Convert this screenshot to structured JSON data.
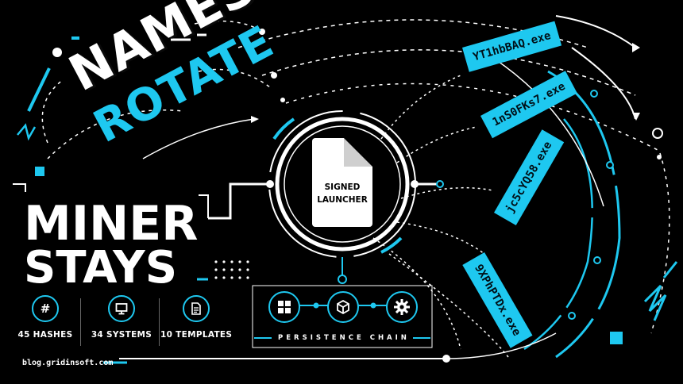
{
  "headline": {
    "line1": "NAMES",
    "line2": "ROTATE",
    "line3": "MINER",
    "line4": "STAYS"
  },
  "stats": [
    {
      "icon": "hash-icon",
      "label": "45 HASHES"
    },
    {
      "icon": "monitor-icon",
      "label": "34 SYSTEMS"
    },
    {
      "icon": "document-icon",
      "label": "10 TEMPLATES"
    }
  ],
  "launcher": {
    "line1": "SIGNED",
    "line2": "LAUNCHER"
  },
  "files": [
    "YT1hbBAQ.exe",
    "1nS0FKs7.exe",
    "jc5cYQ58.exe",
    "9XPhPTDx.exe"
  ],
  "persistence": {
    "label": "PERSISTENCE CHAIN",
    "icons": [
      "windows-icon",
      "package-icon",
      "gear-icon"
    ]
  },
  "footer": {
    "site": "blog.gridinsoft.com"
  },
  "colors": {
    "accent": "#1ec8f0",
    "background": "#000000",
    "text": "#ffffff"
  }
}
